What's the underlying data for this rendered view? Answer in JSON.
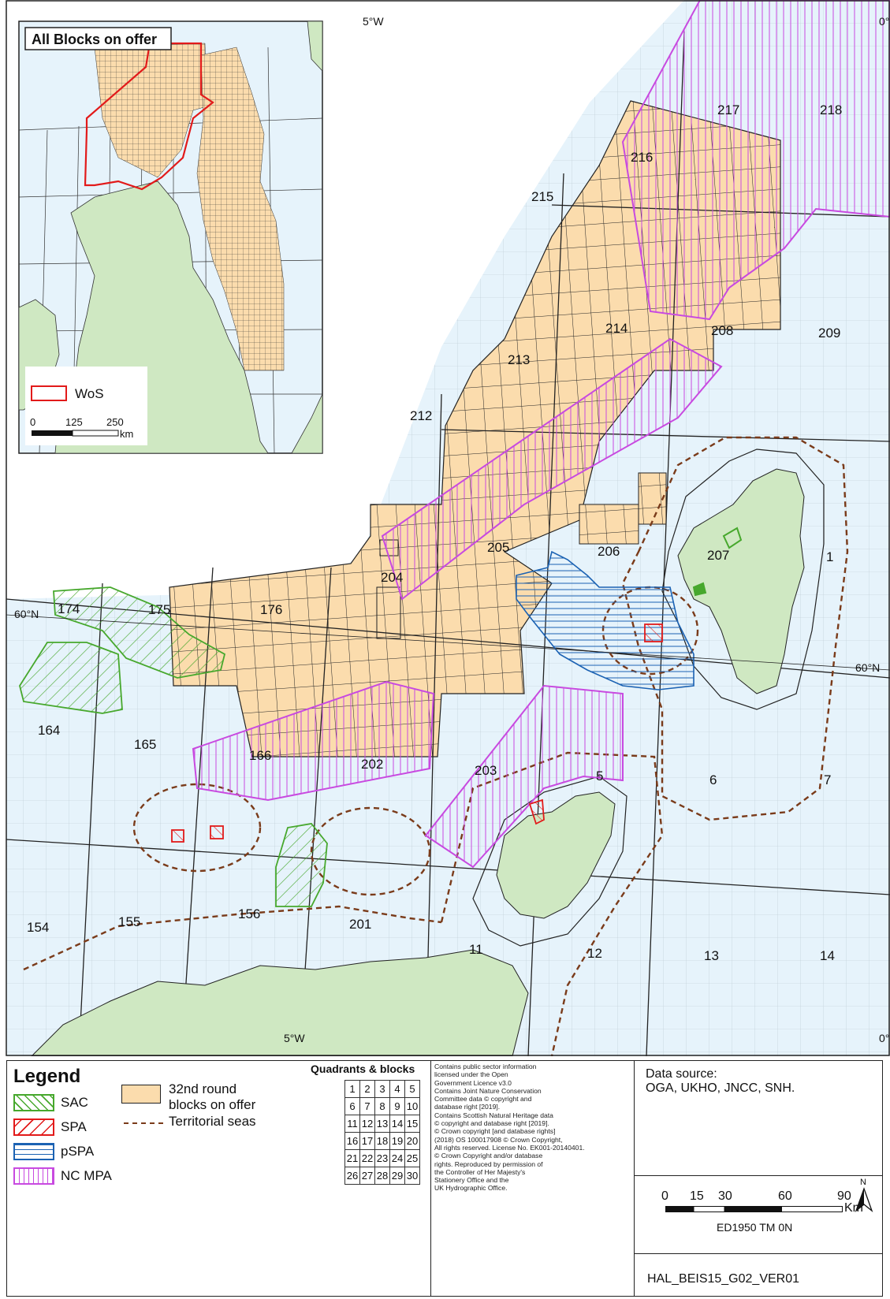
{
  "map": {
    "lat_labels": [
      "60°N",
      "60°N"
    ],
    "lon_labels": [
      "5°W",
      "5°W",
      "0°",
      "0°"
    ],
    "quadrant_labels": [
      "217",
      "218",
      "216",
      "215",
      "214",
      "208",
      "209",
      "213",
      "212",
      "207",
      "1",
      "206",
      "205",
      "204",
      "174",
      "175",
      "176",
      "164",
      "165",
      "166",
      "202",
      "203",
      "5",
      "6",
      "7",
      "154",
      "155",
      "156",
      "201",
      "11",
      "12",
      "13",
      "14"
    ],
    "colors": {
      "sea": "#e6f3fb",
      "land": "#cfe8c2",
      "blocks": "#fbdcad",
      "sac": "#47a82d",
      "spa": "#e21a1a",
      "pspa": "#1b62b3",
      "ncmpa": "#c84ae0",
      "territorial": "#7a3b1a"
    }
  },
  "inset": {
    "title": "All Blocks on offer",
    "legend_label": "WoS",
    "scale_labels": [
      "0",
      "125",
      "250"
    ],
    "scale_unit": "km"
  },
  "legend": {
    "title": "Legend",
    "items": [
      {
        "label": "SAC",
        "icon": "sac-hatch-swatch"
      },
      {
        "label": "SPA",
        "icon": "spa-hatch-swatch"
      },
      {
        "label": "pSPA",
        "icon": "pspa-hatch-swatch"
      },
      {
        "label": "NC MPA",
        "icon": "ncmpa-hatch-swatch"
      }
    ],
    "blocks_label_line1": "32nd round",
    "blocks_label_line2": "blocks on offer",
    "territorial_label": "Territorial seas",
    "grid_title": "Quadrants & blocks",
    "grid_rows": [
      [
        "1",
        "2",
        "3",
        "4",
        "5"
      ],
      [
        "6",
        "7",
        "8",
        "9",
        "10"
      ],
      [
        "11",
        "12",
        "13",
        "14",
        "15"
      ],
      [
        "16",
        "17",
        "18",
        "19",
        "20"
      ],
      [
        "21",
        "22",
        "23",
        "24",
        "25"
      ],
      [
        "26",
        "27",
        "28",
        "29",
        "30"
      ]
    ],
    "credits": "Contains public sector information\nlicensed under the Open\nGovernment Licence v3.0\nContains Joint Nature Conservation\nCommittee data © copyright and\ndatabase right [2019].\n Contains Scottish Natural Heritage data\n© copyright and database right [2019].\n© Crown copyright [and database rights]\n(2018) OS 100017908 © Crown Copyright,\nAll rights reserved. License No. EK001-20140401.\n© Crown Copyright and/or database\nrights. Reproduced by permission of\nthe Controller of Her Majesty's\nStationery Office and the\nUK Hydrographic Office.",
    "data_source_title": "Data source:",
    "data_source_value": "OGA, UKHO, JNCC, SNH.",
    "scale_labels": [
      "0",
      "15",
      "30",
      "60",
      "90"
    ],
    "scale_unit": "Km",
    "north_label": "N",
    "projection": "ED1950 TM 0N",
    "reference": "HAL_BEIS15_G02_VER01"
  }
}
